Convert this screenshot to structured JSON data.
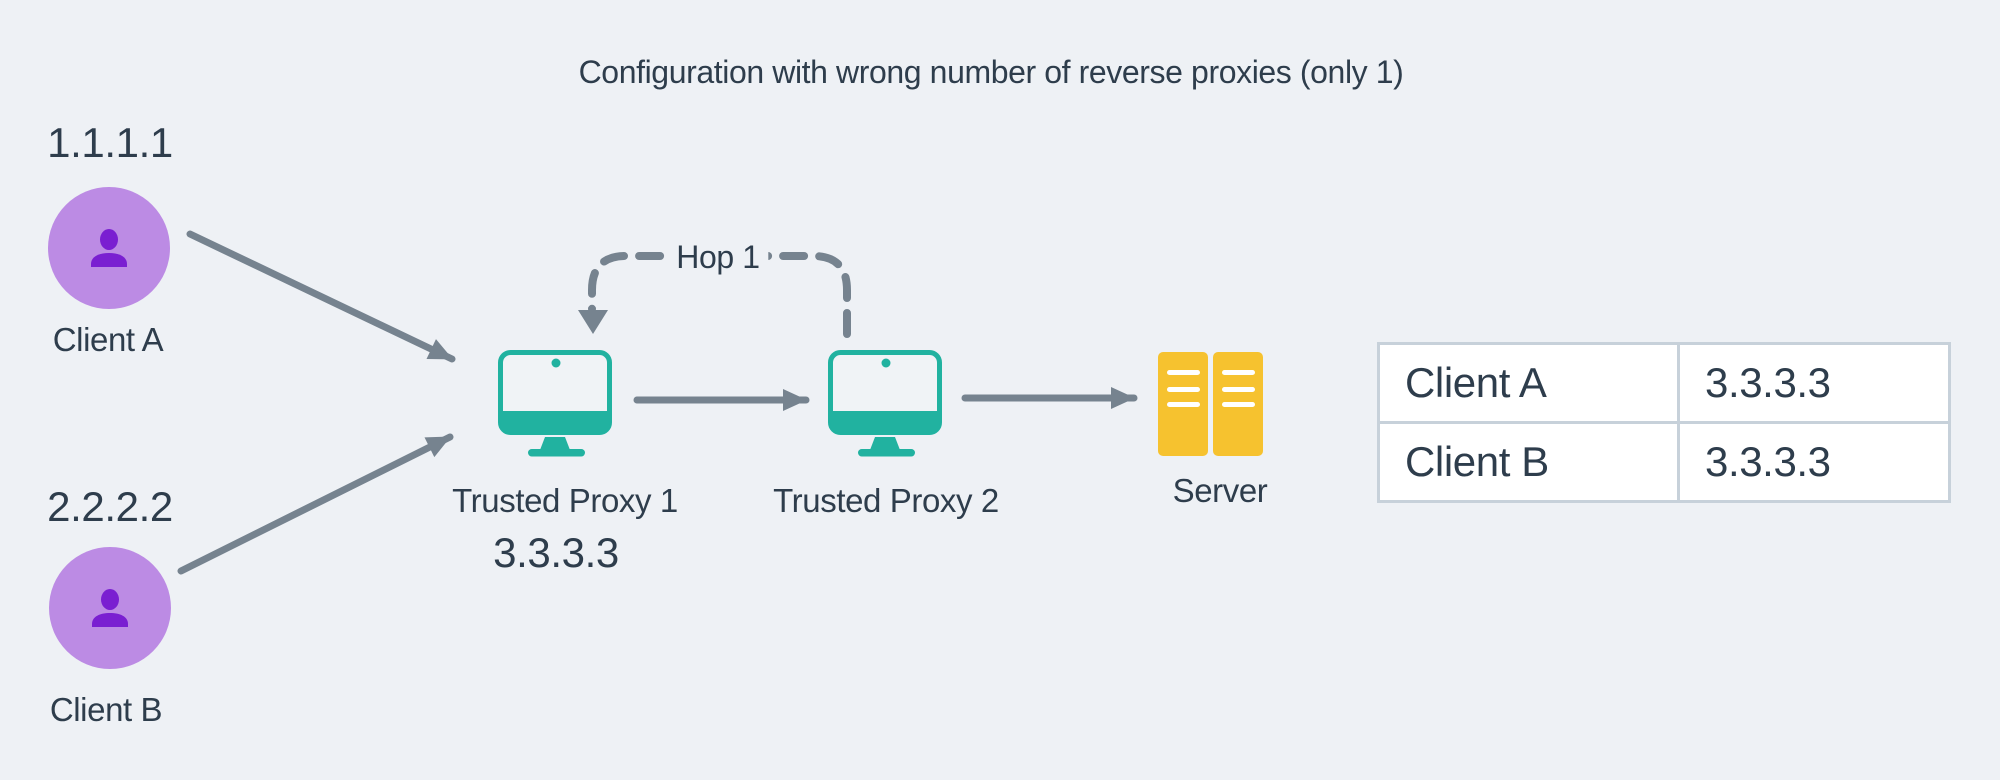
{
  "title": "Configuration with wrong number of reverse proxies (only 1)",
  "hop": {
    "label": "Hop 1"
  },
  "clients": [
    {
      "label": "Client A",
      "ip": "1.1.1.1"
    },
    {
      "label": "Client B",
      "ip": "2.2.2.2"
    }
  ],
  "proxies": [
    {
      "label": "Trusted Proxy 1",
      "ip": "3.3.3.3"
    },
    {
      "label": "Trusted Proxy 2"
    }
  ],
  "server": {
    "label": "Server"
  },
  "table": {
    "rows": [
      {
        "client": "Client A",
        "ip": "3.3.3.3"
      },
      {
        "client": "Client B",
        "ip": "3.3.3.3"
      }
    ]
  },
  "colors": {
    "background": "#eef1f5",
    "text": "#2e3d4c",
    "connector_gray": "#76838f",
    "client_fill": "#bc8be4",
    "client_person": "#7a1fd1",
    "proxy_teal": "#21b2a0",
    "server_yellow": "#f6c22f",
    "table_border": "#c7d1da",
    "table_cell": "#ffffff"
  }
}
